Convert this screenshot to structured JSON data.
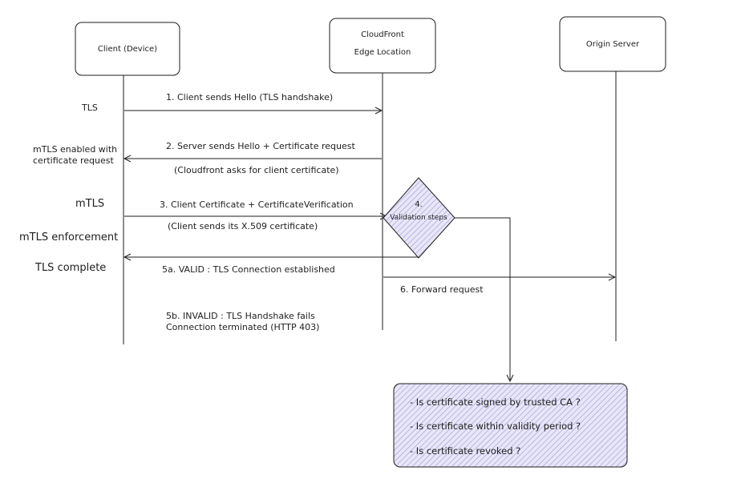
{
  "participants": {
    "client": "Client (Device)",
    "cloudfront_line1": "CloudFront",
    "cloudfront_line2": "Edge Location",
    "origin": "Origin Server"
  },
  "side_labels": {
    "tls": "TLS",
    "mtls_enabled_line1": "mTLS enabled with",
    "mtls_enabled_line2": "certificate request",
    "mtls": "mTLS",
    "mtls_enforcement": "mTLS enforcement",
    "tls_complete": "TLS complete"
  },
  "messages": {
    "m1": "1. Client sends Hello (TLS handshake)",
    "m2": "2. Server sends Hello + Certificate request",
    "m2_note": "(Cloudfront asks for client certificate)",
    "m3": "3. Client Certificate + CertificateVerification",
    "m3_note": "(Client sends its X.509 certificate)",
    "m5a": "5a. VALID : TLS Connection established",
    "m5b_line1": "5b. INVALID : TLS Handshake fails",
    "m5b_line2": "Connection terminated (HTTP 403)",
    "m6": "6. Forward request"
  },
  "validation": {
    "number": "4.",
    "label": "Validation steps"
  },
  "checks": [
    "- Is certificate signed by trusted CA ?",
    "- Is certificate within validity period ?",
    "- Is certificate revoked ?"
  ],
  "colors": {
    "stroke": "#1e1e1e",
    "hatch_fill": "#e8e6f7",
    "hatch_line": "#9c98d8"
  }
}
